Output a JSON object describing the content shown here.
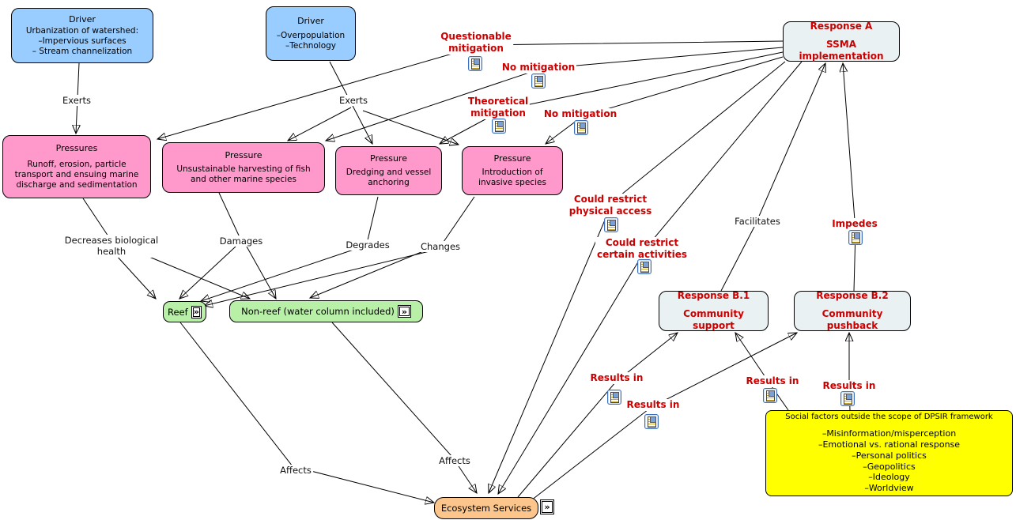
{
  "palette": {
    "driver_fill": "#99ccff",
    "pressure_fill": "#ff99cc",
    "state_fill": "#b9f0a8",
    "response_fill": "#e9f1f3",
    "social_fill": "#ffff00",
    "ecosystem_fill": "#fbc58b",
    "red_text": "#cc0000",
    "line": "#000000"
  },
  "nodes": {
    "driver1": {
      "title": "Driver",
      "body": "Urbanization of watershed:\n–Impervious surfaces\n– Stream channelization"
    },
    "driver2": {
      "title": "Driver",
      "body": "–Overpopulation\n–Technology"
    },
    "response_a": {
      "title": "Response A",
      "body": "SSMA implementation"
    },
    "pressure1": {
      "title": "Pressures",
      "body": "Runoff, erosion, particle\ntransport and ensuing marine\ndischarge and sedimentation"
    },
    "pressure2": {
      "title": "Pressure",
      "body": "Unsustainable harvesting of fish\nand other marine species"
    },
    "pressure3": {
      "title": "Pressure",
      "body": "Dredging and vessel\nanchoring"
    },
    "pressure4": {
      "title": "Pressure",
      "body": "Introduction of\ninvasive species"
    },
    "reef": {
      "label": "Reef"
    },
    "nonreef": {
      "label": "Non-reef (water column included)"
    },
    "response_b1": {
      "title": "Response B.1",
      "body": "Community support"
    },
    "response_b2": {
      "title": "Response B.2",
      "body": "Community pushback"
    },
    "social": {
      "title": "Social factors outside the scope of DPSIR framework",
      "body": "–Misinformation/misperception\n–Emotional vs. rational response\n–Personal politics\n–Geopolitics\n–Ideology\n–Worldview"
    },
    "ecosystem": {
      "label": "Ecosystem Services"
    }
  },
  "edge_labels": {
    "exerts1": "Exerts",
    "exerts2": "Exerts",
    "questionable": "Questionable\nmitigation",
    "no_mitigation_1": "No mitigation",
    "theoretical": "Theoretical\nmitigation",
    "no_mitigation_2": "No mitigation",
    "decreases": "Decreases biological\nhealth",
    "damages": "Damages",
    "degrades": "Degrades",
    "changes": "Changes",
    "affects1": "Affects",
    "affects2": "Affects",
    "could_physical": "Could restrict\nphysical access",
    "could_activities": "Could restrict\ncertain activities",
    "facilitates": "Facilitates",
    "impedes": "Impedes",
    "results_in_1": "Results in",
    "results_in_2": "Results in",
    "results_in_3": "Results in",
    "results_in_4": "Results in"
  },
  "icons": {
    "annotation_chevrons": "»"
  }
}
